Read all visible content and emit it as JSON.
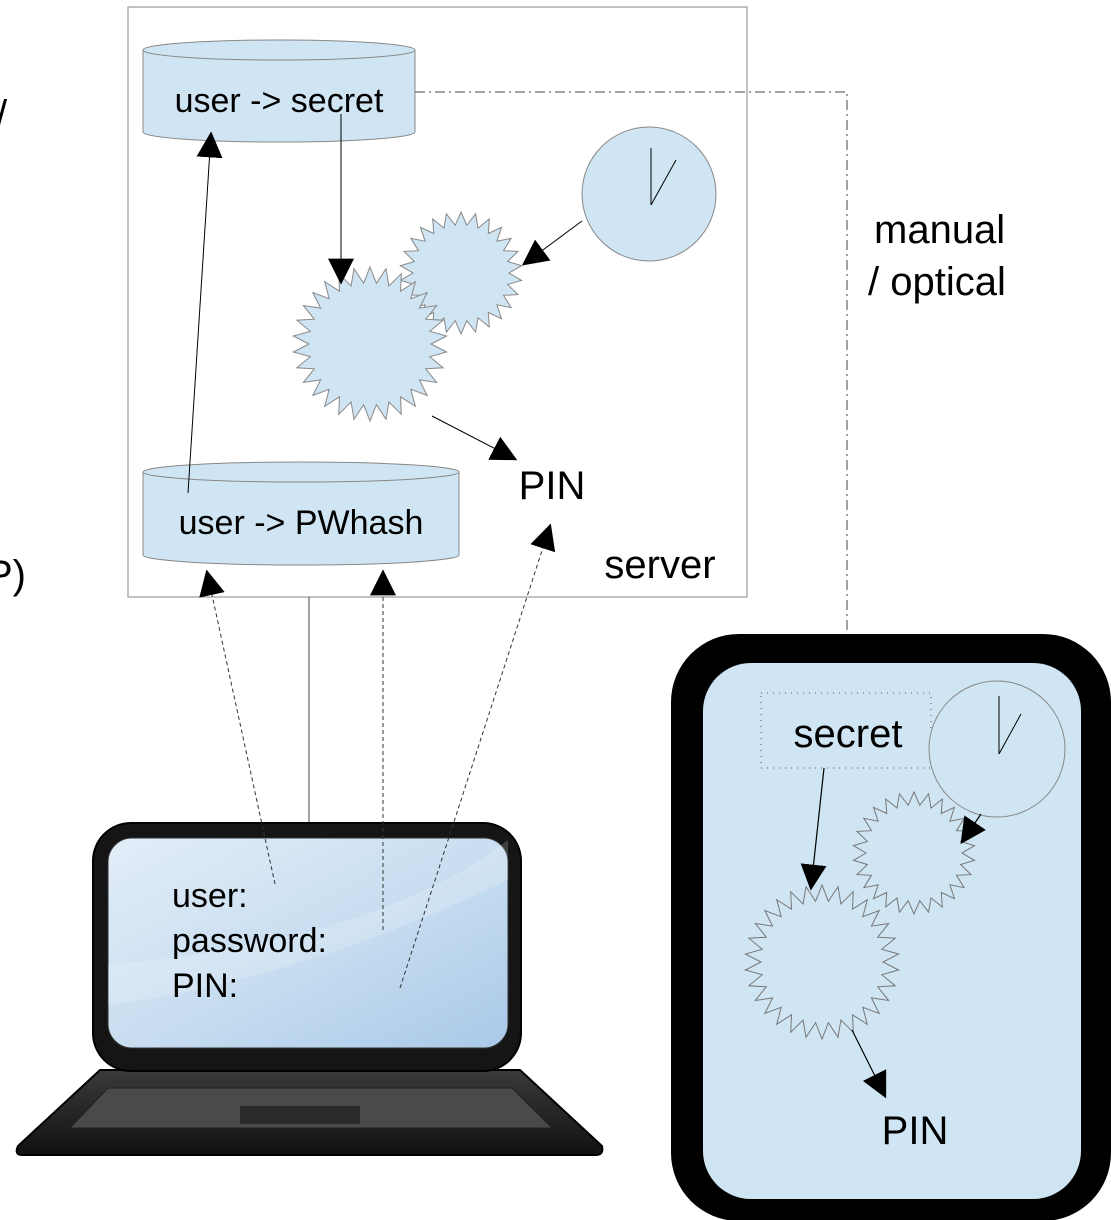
{
  "colors": {
    "light_blue": "#cfe5f3",
    "outline": "#888888",
    "device_black": "#000000",
    "line": "#000000"
  },
  "labels": {
    "db_secret": "user -> secret",
    "db_pwhash": "user -> PWhash",
    "server_pin": "PIN",
    "server": "server",
    "channel_line1": "manual",
    "channel_line2": "/ optical",
    "token_secret": "secret",
    "token_pin": "PIN",
    "login_user": "user:",
    "login_password": "password:",
    "login_pin": "PIN:",
    "edge_char_top": "/",
    "edge_char_mid": "P)"
  },
  "icons": {
    "server_clock": "clock-icon",
    "token_clock": "clock-icon",
    "gears": "gear-icon",
    "laptop": "laptop-icon",
    "token": "hardware-token-icon"
  }
}
